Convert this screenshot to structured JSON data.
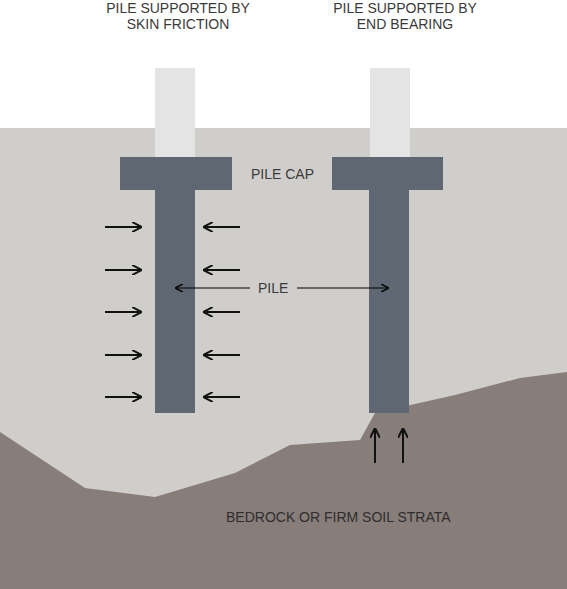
{
  "diagram": {
    "nodes": [
      {
        "text": [
          "BEDROCK OR FIRM SOIL STRATA"
        ]
      }
    ],
    "labels": [
      "PILE SUPPORTED BY SKIN FRICTION",
      "PILE SUPPORTED BY END BEARING",
      "PILE CAP",
      "PILE"
    ]
  }
}
